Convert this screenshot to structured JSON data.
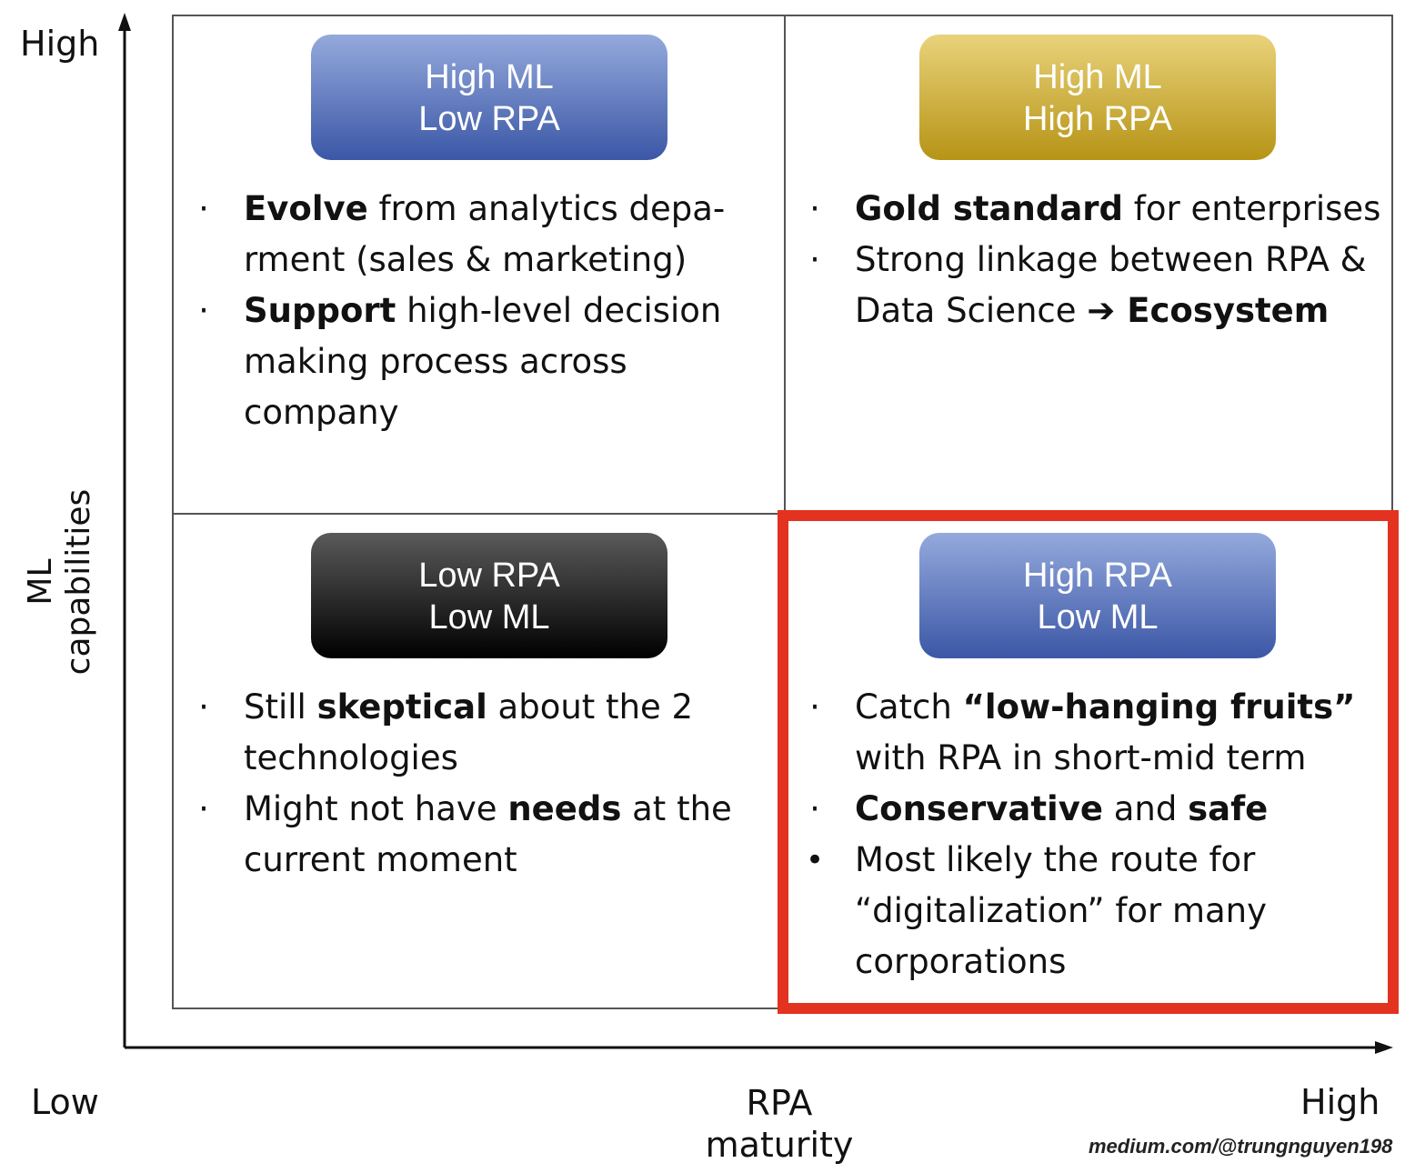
{
  "axes": {
    "y_high": "High",
    "y_title": [
      "ML",
      "capabilities"
    ],
    "x_low": "Low",
    "x_title": [
      "RPA",
      "maturity"
    ],
    "x_high": "High"
  },
  "quadrants": {
    "top_left": {
      "header": [
        "High ML",
        "Low RPA"
      ],
      "header_color": "#5a72bd",
      "bullets": [
        {
          "dot": "·",
          "runs": [
            {
              "text": "Evolve",
              "bold": true
            },
            {
              "text": " from analytics depa­rment (sales & marketing)",
              "bold": false
            }
          ]
        },
        {
          "dot": "·",
          "runs": [
            {
              "text": "Support",
              "bold": true
            },
            {
              "text": " high-level decision making process across company",
              "bold": false
            }
          ]
        }
      ]
    },
    "top_right": {
      "header": [
        "High ML",
        "High RPA"
      ],
      "header_color": "#d3b435",
      "bullets": [
        {
          "dot": "·",
          "runs": [
            {
              "text": "Gold standard",
              "bold": true
            },
            {
              "text": " for enterprises",
              "bold": false
            }
          ]
        },
        {
          "dot": "·",
          "runs": [
            {
              "text": "Strong linkage between RPA & Data Science ",
              "bold": false
            },
            {
              "text": "➔",
              "bold": true
            },
            {
              "text": " Ecosystem",
              "bold": true
            }
          ]
        }
      ]
    },
    "bottom_left": {
      "header": [
        "Low RPA",
        "Low ML"
      ],
      "header_color": "#1a1a1a",
      "bullets": [
        {
          "dot": "·",
          "runs": [
            {
              "text": "Still ",
              "bold": false
            },
            {
              "text": "skeptical",
              "bold": true
            },
            {
              "text": " about the 2 technologies",
              "bold": false
            }
          ]
        },
        {
          "dot": "·",
          "runs": [
            {
              "text": "Might not have ",
              "bold": false
            },
            {
              "text": "needs",
              "bold": true
            },
            {
              "text": " at the current moment",
              "bold": false
            }
          ]
        }
      ]
    },
    "bottom_right": {
      "header": [
        "High RPA",
        "Low ML"
      ],
      "header_color": "#5a72bd",
      "highlighted": true,
      "bullets": [
        {
          "dot": "·",
          "runs": [
            {
              "text": "Catch ",
              "bold": false
            },
            {
              "text": "“low-hanging fruits”",
              "bold": true
            },
            {
              "text": " with RPA in short-mid term",
              "bold": false
            }
          ]
        },
        {
          "dot": "·",
          "runs": [
            {
              "text": "Conservative",
              "bold": true
            },
            {
              "text": " and ",
              "bold": false
            },
            {
              "text": "safe",
              "bold": true
            }
          ]
        },
        {
          "dot": "•",
          "runs": [
            {
              "text": "Most likely the route for “digitalization” for many corporations",
              "bold": false
            }
          ]
        }
      ]
    }
  },
  "highlight_color": "#e3321f",
  "credit": "medium.com/@trungnguyen198"
}
